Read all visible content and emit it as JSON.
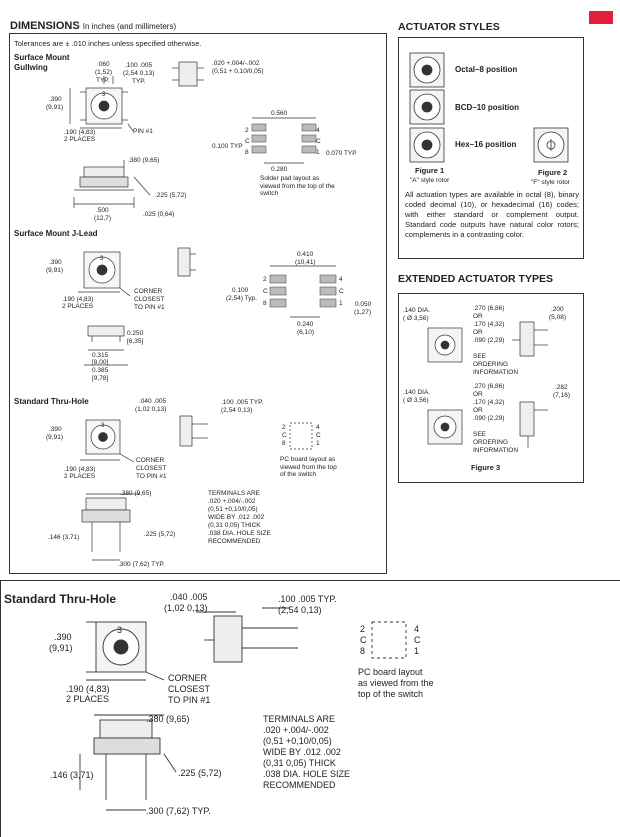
{
  "dimensions": {
    "title": "DIMENSIONS",
    "subtitle": "In inches (and millimeters)",
    "tolerance_note": "Tolerances are ± .010 inches unless specified otherwise.",
    "gullwing": {
      "heading_line1": "Surface Mount",
      "heading_line2": "Gullwing",
      "dim_060": ".060",
      "dim_060_mm": "(1,52)",
      "dim_060_typ": "TYP.",
      "dim_100": ".100  .005",
      "dim_100_mm": "(2,54  0,13)",
      "dim_100_typ": "TYP.",
      "dim_020": ".020 +.004/-.002",
      "dim_020_mm": "(0,51 + 0,10/0,05)",
      "dim_390": ".390",
      "dim_390_mm": "(9,91)",
      "pin1": "PIN #1",
      "dim_190": ".190 (4,83)",
      "places": "2 PLACES",
      "dim_380": ".380 (9,65)",
      "dim_225": ".225 (5,72)",
      "dim_500": ".500",
      "dim_500_mm": "(12,7)",
      "dim_025": ".025 (0,64)",
      "pad_top": "0.560",
      "pad_typ_left": "0.100 TYP",
      "pad_typ_right": "0.070 TYP",
      "pad_bottom": "0.280",
      "pad_note": "Solder pad layout as viewed from the top of the switch",
      "pad_left_labels": [
        "2",
        "C",
        "8"
      ],
      "pad_right_labels": [
        "4",
        "C",
        "1"
      ]
    },
    "jlead": {
      "heading": "Surface Mount J-Lead",
      "dim_390": ".390",
      "dim_390_mm": "(9,91)",
      "corner1": "CORNER",
      "corner2": "CLOSEST",
      "corner3": "TO PIN #1",
      "dim_190": ".190 (4,83)",
      "places": "2 PLACES",
      "dim_250": "0.250",
      "dim_250_mm": "[6,35]",
      "dim_315": "0.315",
      "dim_315_mm": "[8,00]",
      "dim_385": "0.385",
      "dim_385_mm": "[9,78]",
      "pad_top": "0.410",
      "pad_top_mm": "(10,41)",
      "pad_left": "0.100",
      "pad_left_mm": "(2,54) Typ.",
      "pad_right": "0.050",
      "pad_right_mm": "(1,27)",
      "pad_bottom": "0.240",
      "pad_bottom_mm": "(6,10)",
      "pad_left_labels": [
        "2",
        "C",
        "8"
      ],
      "pad_right_labels": [
        "4",
        "C",
        "1"
      ]
    },
    "thruhole_small": {
      "heading": "Standard Thru-Hole",
      "dim_040": ".040  .005",
      "dim_040_mm": "(1,02  0,13)",
      "dim_100": ".100  .005 TYP.",
      "dim_100_mm": "(2,54  0,13)",
      "dim_390": ".390",
      "dim_390_mm": "(9,91)",
      "corner1": "CORNER",
      "corner2": "CLOSEST",
      "corner3": "TO PIN #1",
      "dim_190": ".190 (4,83)",
      "places": "2 PLACES",
      "pcb_note": "PC board layout as viewed from the top of the switch",
      "dim_380": ".380 (9,65)",
      "dim_225": ".225 (5,72)",
      "dim_146": ".146 (3,71)",
      "dim_300": ".300 (7,62) TYP.",
      "terminals": [
        "TERMINALS ARE",
        ".020 +.004/-.002",
        "(0,51 +0,10/0,05)",
        "WIDE BY .012 .002",
        "(0,31 0,05) THICK",
        ".038 DIA. HOLE SIZE",
        "RECOMMENDED"
      ],
      "pcb_left": [
        "2",
        "C",
        "8"
      ],
      "pcb_right": [
        "4",
        "C",
        "1"
      ]
    }
  },
  "actuator_styles": {
    "title": "ACTUATOR STYLES",
    "octal": "Octal–8 position",
    "bcd": "BCD–10 position",
    "hex": "Hex–16 position",
    "fig1": "Figure 1",
    "fig1_sub": "\"A\" style rotor",
    "fig2": "Figure 2",
    "fig2_sub": "\"F\" style rotor",
    "paragraph": "All actuation types are available in octal (8), binary coded decimal (10), or hexadecimal (16) codes; with either standard or complement output. Standard code outputs have natural color rotors; complements in a contrasting color."
  },
  "extended": {
    "title": "EXTENDED ACTUATOR TYPES",
    "a_dia": ".140 DIA.",
    "a_dia_mm": "( Ø 3,56)",
    "a_270": ".270 (6,86)",
    "a_or1": "OR",
    "a_170": ".170 (4,32)",
    "a_or2": "OR",
    "a_090": ".090 (2,29)",
    "a_see1": "SEE",
    "a_see2": "ORDERING",
    "a_see3": "INFORMATION",
    "a_200": ".200",
    "a_200_mm": "(5,08)",
    "b_dia": ".140 DIA.",
    "b_dia_mm": "( Ø 3,56)",
    "b_270": ".270 (6,86)",
    "b_or1": "OR",
    "b_170": ".170 (4,32)",
    "b_or2": "OR",
    "b_090": ".090 (2,29)",
    "b_see1": "SEE",
    "b_see2": "ORDERING",
    "b_see3": "INFORMATION",
    "b_282": ".282",
    "b_282_mm": "(7,16)",
    "fig3": "Figure 3"
  },
  "large": {
    "heading": "Standard Thru-Hole",
    "dim_040": ".040  .005",
    "dim_040_mm": "(1,02  0,13)",
    "dim_100": ".100  .005 TYP.",
    "dim_100_mm": "(2,54  0,13)",
    "dim_390": ".390",
    "dim_390_mm": "(9,91)",
    "corner1": "CORNER",
    "corner2": "CLOSEST",
    "corner3": "TO PIN #1",
    "dim_190": ".190 (4,83)",
    "places": "2 PLACES",
    "pcb1": "PC board layout",
    "pcb2": "as viewed from the",
    "pcb3": "top of the switch",
    "pcb_left": [
      "2",
      "C",
      "8"
    ],
    "pcb_right": [
      "4",
      "C",
      "1"
    ],
    "dim_380": ".380 (9,65)",
    "dim_225": ".225 (5,72)",
    "dim_146": ".146 (3,71)",
    "dim_300": ".300 (7,62) TYP.",
    "terminals": [
      "TERMINALS ARE",
      ".020 +.004/-.002",
      "(0,51 +0,10/0,05)",
      "WIDE BY .012 .002",
      "(0,31 0,05) THICK",
      ".038 DIA. HOLE SIZE",
      "RECOMMENDED"
    ]
  },
  "colors": {
    "accent": "#e0203a",
    "line": "#333333",
    "hatch": "#555555"
  }
}
